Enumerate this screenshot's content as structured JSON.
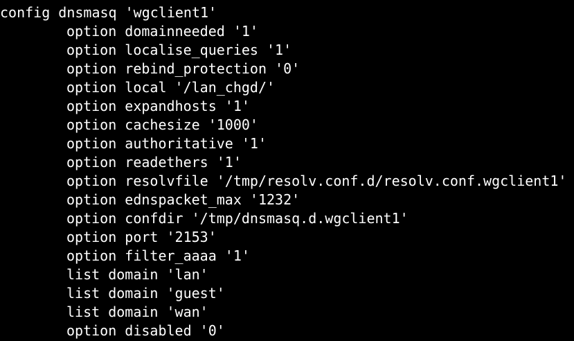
{
  "terminal": {
    "lines": [
      "config dnsmasq 'wgclient1'",
      "option domainneeded '1'",
      "option localise_queries '1'",
      "option rebind_protection '0'",
      "option local '/lan_chgd/'",
      "option expandhosts '1'",
      "option cachesize '1000'",
      "option authoritative '1'",
      "option readethers '1'",
      "option resolvfile '/tmp/resolv.conf.d/resolv.conf.wgclient1'",
      "option ednspacket_max '1232'",
      "option confdir '/tmp/dnsmasq.d.wgclient1'",
      "option port '2153'",
      "option filter_aaaa '1'",
      "list domain 'lan'",
      "list domain 'guest'",
      "list domain 'wan'",
      "option disabled '0'"
    ]
  }
}
